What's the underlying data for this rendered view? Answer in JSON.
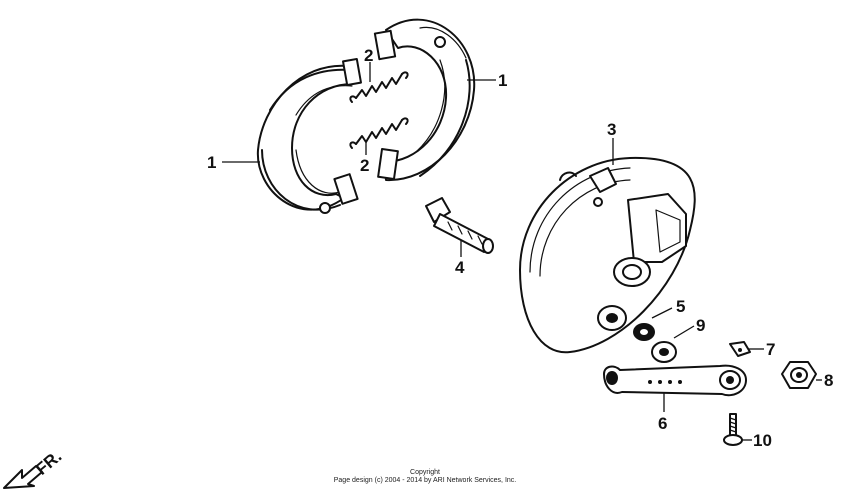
{
  "callouts": {
    "c1a": "1",
    "c1b": "1",
    "c2a": "2",
    "c2b": "2",
    "c3": "3",
    "c4": "4",
    "c5": "5",
    "c6": "6",
    "c7": "7",
    "c8": "8",
    "c9": "9",
    "c10": "10"
  },
  "front_marker": "FR.",
  "copyright": {
    "line1": "Copyright",
    "line2": "Page design (c) 2004 - 2014 by ARI Network Services, Inc."
  }
}
